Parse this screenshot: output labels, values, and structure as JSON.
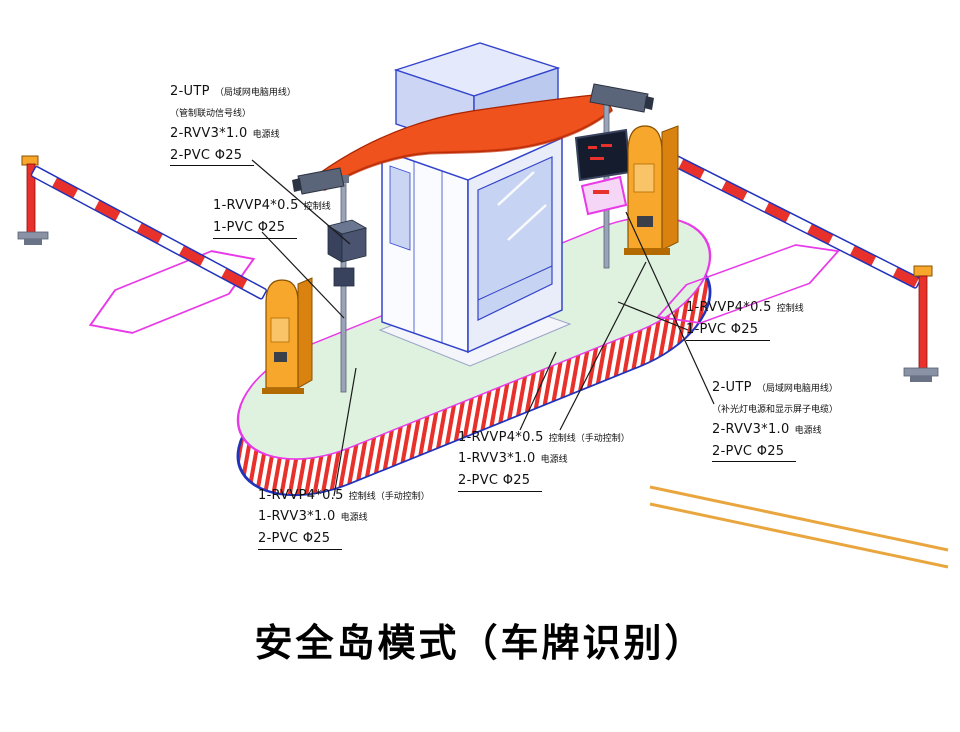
{
  "title": "安全岛模式（车牌识别）",
  "labels": {
    "booth_network": {
      "rows": [
        {
          "main": "2-UTP",
          "small": "（局域网电脑用线）"
        },
        {
          "main": "",
          "small": "（管制联动信号线）"
        },
        {
          "main": "2-RVV3*1.0",
          "small": "电源线"
        },
        {
          "main": "2-PVC Φ25",
          "small": ""
        }
      ]
    },
    "camera_control": {
      "rows": [
        {
          "main": "1-RVVP4*0.5",
          "small": "控制线"
        },
        {
          "main": "1-PVC Φ25",
          "small": ""
        }
      ]
    },
    "left_barrier": {
      "rows": [
        {
          "main": "1-RVVP4*0.5",
          "small": "控制线（手动控制）"
        },
        {
          "main": "1-RVV3*1.0",
          "small": "电源线"
        },
        {
          "main": "2-PVC Φ25",
          "small": ""
        }
      ]
    },
    "right_barrier": {
      "rows": [
        {
          "main": "1-RVVP4*0.5",
          "small": "控制线（手动控制）"
        },
        {
          "main": "1-RVV3*1.0",
          "small": "电源线"
        },
        {
          "main": "2-PVC Φ25",
          "small": ""
        }
      ]
    },
    "island_control": {
      "rows": [
        {
          "main": "1-RVVP4*0.5",
          "small": "控制线"
        },
        {
          "main": "1-PVC Φ25",
          "small": ""
        }
      ]
    },
    "display_network": {
      "rows": [
        {
          "main": "2-UTP",
          "small": "（局域网电脑用线）"
        },
        {
          "main": "",
          "small": "（补光灯电源和显示屏子电缆）"
        },
        {
          "main": "2-RVV3*1.0",
          "small": "电源线"
        },
        {
          "main": "2-PVC Φ25",
          "small": ""
        }
      ]
    }
  },
  "colors": {
    "roof_orange": "#f0521d",
    "island_top_green": "#dff2df",
    "island_outline_magenta": "#e83ae8",
    "stripe_red": "#e8312a",
    "barrier_orange": "#f7a82c",
    "outline_blue": "#2233bb",
    "road_line_yellow": "#eaa63e"
  }
}
